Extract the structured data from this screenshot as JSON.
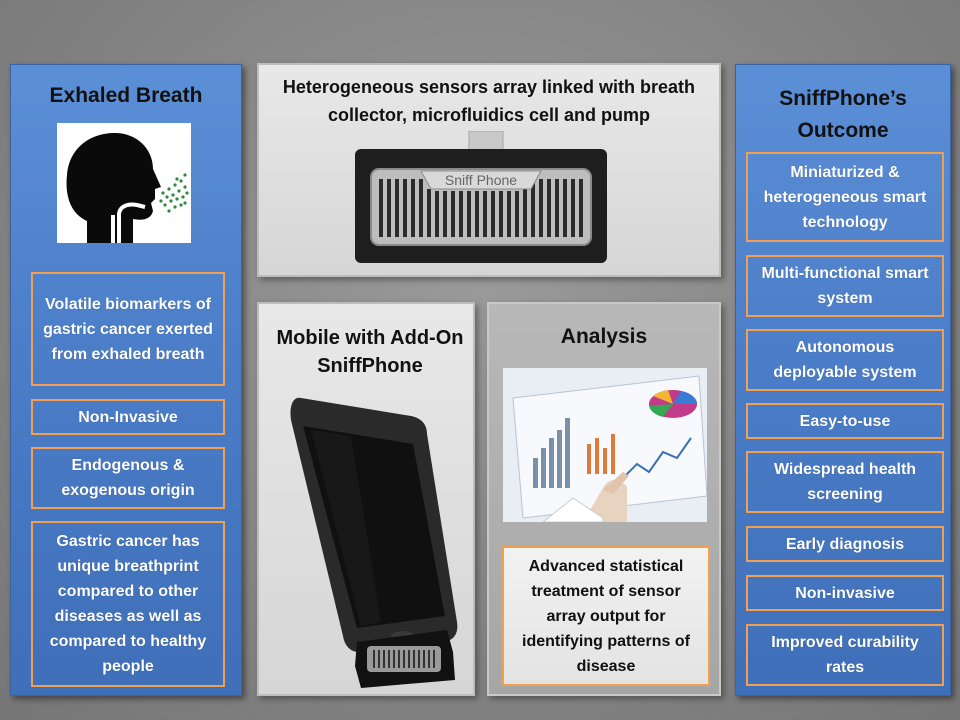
{
  "left": {
    "title": "Exhaled Breath",
    "boxes": [
      "Volatile biomarkers of gastric cancer exerted from exhaled breath",
      "Non-Invasive",
      "Endogenous & exogenous origin",
      "Gastric cancer has unique breathprint compared to other diseases as well as compared to healthy people"
    ]
  },
  "sensor": {
    "title": "Heterogeneous sensors array linked with breath collector, microfluidics cell and pump",
    "device_label": "Sniff Phone"
  },
  "mobile": {
    "title": "Mobile with Add-On SniffPhone"
  },
  "analysis": {
    "title": "Analysis",
    "box": "Advanced statistical treatment of sensor array output for identifying patterns of disease"
  },
  "right": {
    "title": "SniffPhone’s Outcome",
    "boxes": [
      "Miniaturized & heterogeneous smart technology",
      "Multi-functional smart system",
      "Autonomous deployable system",
      "Easy-to-use",
      "Widespread health screening",
      "Early diagnosis",
      "Non-invasive",
      "Improved curability rates"
    ]
  },
  "colors": {
    "blue_panel": "#4a7cc7",
    "box_border": "#f0a050",
    "background": "#808080"
  }
}
